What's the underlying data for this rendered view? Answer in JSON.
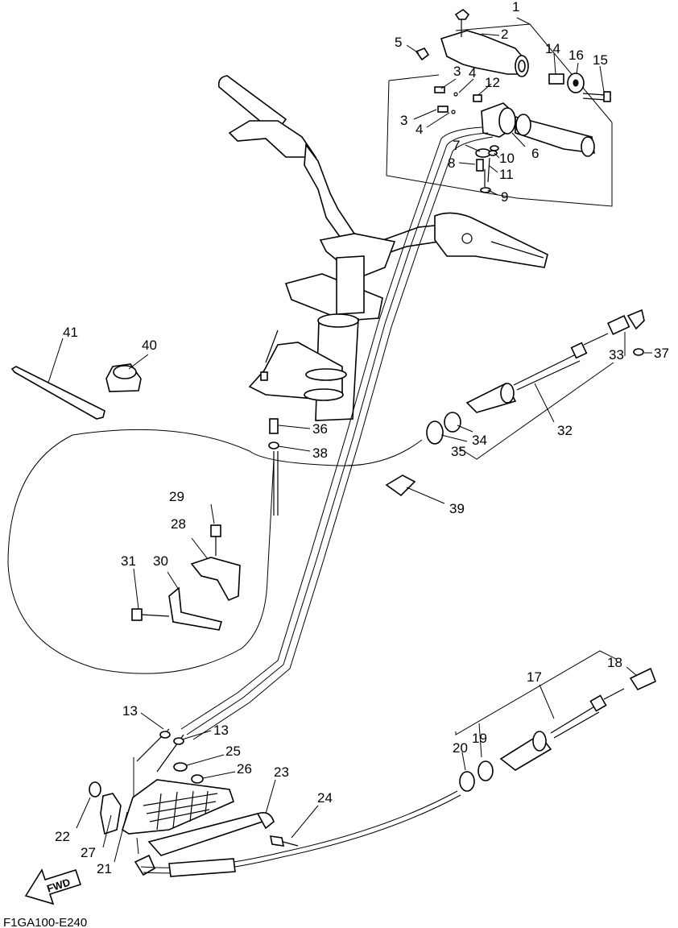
{
  "drawing_code": "F1GA100-E240",
  "direction_label": "FWD",
  "callouts": [
    {
      "id": "c1",
      "text": "1"
    },
    {
      "id": "c2",
      "text": "2"
    },
    {
      "id": "c3a",
      "text": "3"
    },
    {
      "id": "c3b",
      "text": "3"
    },
    {
      "id": "c4a",
      "text": "4"
    },
    {
      "id": "c4b",
      "text": "4"
    },
    {
      "id": "c5",
      "text": "5"
    },
    {
      "id": "c6",
      "text": "6"
    },
    {
      "id": "c7",
      "text": "7"
    },
    {
      "id": "c8",
      "text": "8"
    },
    {
      "id": "c9",
      "text": "9"
    },
    {
      "id": "c10",
      "text": "10"
    },
    {
      "id": "c11",
      "text": "11"
    },
    {
      "id": "c12",
      "text": "12"
    },
    {
      "id": "c13a",
      "text": "13"
    },
    {
      "id": "c13b",
      "text": "13"
    },
    {
      "id": "c14",
      "text": "14"
    },
    {
      "id": "c15",
      "text": "15"
    },
    {
      "id": "c16",
      "text": "16"
    },
    {
      "id": "c17",
      "text": "17"
    },
    {
      "id": "c18",
      "text": "18"
    },
    {
      "id": "c19",
      "text": "19"
    },
    {
      "id": "c20",
      "text": "20"
    },
    {
      "id": "c21",
      "text": "21"
    },
    {
      "id": "c22",
      "text": "22"
    },
    {
      "id": "c23",
      "text": "23"
    },
    {
      "id": "c24",
      "text": "24"
    },
    {
      "id": "c25",
      "text": "25"
    },
    {
      "id": "c26",
      "text": "26"
    },
    {
      "id": "c27",
      "text": "27"
    },
    {
      "id": "c28",
      "text": "28"
    },
    {
      "id": "c29",
      "text": "29"
    },
    {
      "id": "c30",
      "text": "30"
    },
    {
      "id": "c31",
      "text": "31"
    },
    {
      "id": "c32",
      "text": "32"
    },
    {
      "id": "c33",
      "text": "33"
    },
    {
      "id": "c34",
      "text": "34"
    },
    {
      "id": "c35",
      "text": "35"
    },
    {
      "id": "c36",
      "text": "36"
    },
    {
      "id": "c37",
      "text": "37"
    },
    {
      "id": "c38",
      "text": "38"
    },
    {
      "id": "c39",
      "text": "39"
    },
    {
      "id": "c40",
      "text": "40"
    },
    {
      "id": "c41",
      "text": "41"
    }
  ]
}
